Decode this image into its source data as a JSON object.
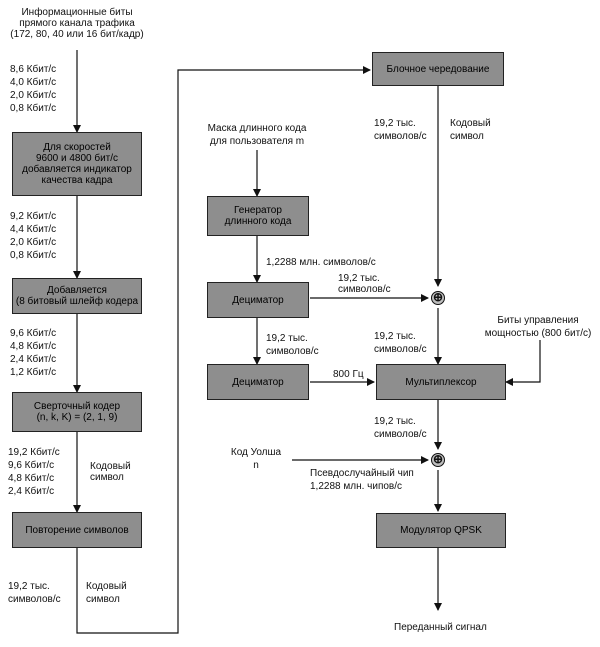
{
  "left": {
    "info_bits": [
      "Информационные биты",
      "прямого канала трафика",
      "(172, 80, 40 или 16 бит/кадр)"
    ],
    "rates1": [
      "8,6 Кбит/с",
      "4,0 Кбит/с",
      "2,0 Кбит/с",
      "0,8 Кбит/с"
    ],
    "box_quality": [
      "Для скоростей",
      "9600 и 4800 бит/с",
      "добавляется индикатор",
      "качества кадра"
    ],
    "rates2": [
      "9,2 Кбит/с",
      "4,4 Кбит/с",
      "2,0 Кбит/с",
      "0,8 Кбит/с"
    ],
    "box_tail": [
      "Добавляется",
      "(8 битовый шлейф кодера"
    ],
    "rates3": [
      "9,6 Кбит/с",
      "4,8 Кбит/с",
      "2,4 Кбит/с",
      "1,2 Кбит/с"
    ],
    "box_encoder": [
      "Сверточный кодер",
      "(n, k, K) = (2, 1, 9)"
    ],
    "rates4": [
      "19,2 Кбит/с",
      "9,6 Кбит/с",
      "4,8 Кбит/с",
      "2,4 Кбит/с"
    ],
    "code_symbol_1": [
      "Кодовый",
      "символ"
    ],
    "box_repeat": "Повторение символов",
    "rate5": [
      "19,2 тыс.",
      "символов/с"
    ],
    "code_symbol_2": [
      "Кодовый",
      "символ"
    ]
  },
  "right": {
    "box_interleave": "Блочное чередование",
    "rate_a": [
      "19,2 тыс.",
      "символов/с"
    ],
    "code_symbol_3": [
      "Кодовый",
      "символ"
    ],
    "mask": [
      "Маска длинного кода",
      "для пользователя m"
    ],
    "box_generator": [
      "Генератор",
      "длинного кода"
    ],
    "rate_chip": "1,2288 млн. символов/с",
    "rate_b": [
      "19,2 тыс.",
      "символов/с"
    ],
    "box_decimator1": "Дециматор",
    "rate_c": [
      "19,2 тыс.",
      "символов/с"
    ],
    "rate_d": [
      "19,2 тыс.",
      "символов/с"
    ],
    "power_bits": [
      "Биты управления",
      "мощностью (800 бит/с)"
    ],
    "box_decimator2": "Дециматор",
    "hz": "800 Гц",
    "box_mux": "Мультиплексор",
    "rate_e": [
      "19,2 тыс.",
      "символов/с"
    ],
    "walsh": [
      "Код Уолша",
      "n"
    ],
    "pn": [
      "Псевдослучайный чип",
      "1,2288 млн. чипов/с"
    ],
    "box_qpsk": "Модулятор QPSK",
    "output": "Переданный сигнал",
    "xor_symbol": "⊕"
  }
}
